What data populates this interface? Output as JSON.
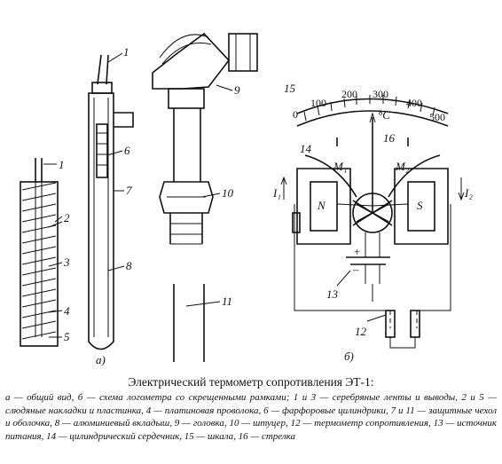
{
  "labels": {
    "n1": "1",
    "n2": "2",
    "n3": "3",
    "n4": "4",
    "n5": "5",
    "n6": "6",
    "n7": "7",
    "n8": "8",
    "n9": "9",
    "n10": "10",
    "n11": "11",
    "n12": "12",
    "n13": "13",
    "n14": "14",
    "n15": "15",
    "n16": "16",
    "view_a": "а)",
    "view_b": "б)",
    "m1": "M₁",
    "m2": "M₂",
    "i1": "I₁",
    "i2": "I₂",
    "pole_n": "N",
    "pole_s": "S",
    "degree": "°C",
    "plus": "+",
    "minus": "–"
  },
  "scale": {
    "ticks": [
      "0",
      "100",
      "200",
      "300",
      "400",
      "500"
    ]
  },
  "caption": {
    "title": "Электрический термометр сопротивления ЭТ-1:",
    "body": "а — общий вид, б — схема логометра со скрещенными рамками; 1 и 3 — серебряные ленты и выводы, 2 и 5 — слюдяные накладки и пластинка, 4 — платиновая проволока, 6 — фарфоровые цилиндрики, 7 и 11 — защитные чехол и оболочка, 8 — алюминиевый вкладыш, 9 — головка, 10 — штуцер, 12 — термометр сопротивления, 13 — источник питания, 14 — цилиндрический сердечник, 15 — шкала, 16 — стрелка"
  }
}
